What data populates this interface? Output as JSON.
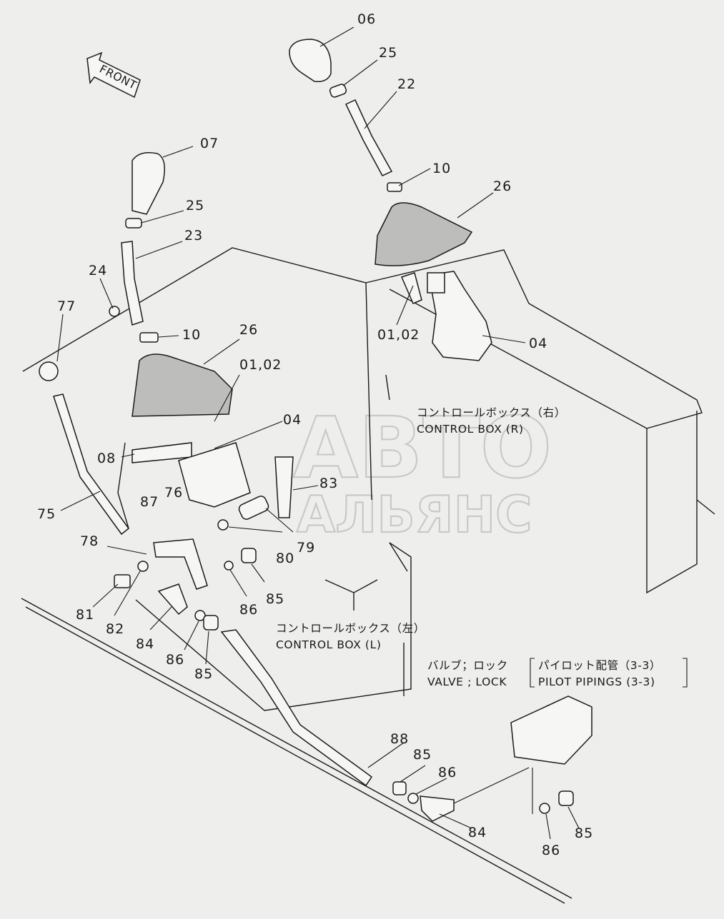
{
  "front_label": "FRONT",
  "watermark": {
    "line1": "АВТО",
    "line2": "АЛЬЯНС"
  },
  "captions": {
    "box_right_jp": "コントロールボックス（右）",
    "box_right_en": "CONTROL BOX (R)",
    "box_left_jp": "コントロールボックス（左）",
    "box_left_en": "CONTROL BOX (L)",
    "valve_jp": "バルブ；ロック",
    "valve_en": "VALVE ; LOCK",
    "pilot_jp": "パイロット配管（3-3）",
    "pilot_en": "PILOT PIPINGS (3-3)"
  },
  "part_numbers": {
    "p06": "06",
    "p25_r": "25",
    "p22": "22",
    "p10_r": "10",
    "p26_r": "26",
    "p0102_r": "01,02",
    "p04_r": "04",
    "p07": "07",
    "p25_l": "25",
    "p23": "23",
    "p24": "24",
    "p10_l": "10",
    "p77": "77",
    "p26_l": "26",
    "p0102_l": "01,02",
    "p04_l": "04",
    "p08": "08",
    "p76": "76",
    "p87": "87",
    "p75": "75",
    "p83": "83",
    "p78": "78",
    "p80": "80",
    "p79": "79",
    "p81": "81",
    "p82": "82",
    "p86_a": "86",
    "p85_a": "85",
    "p84_a": "84",
    "p86_b": "86",
    "p85_b": "85",
    "p88": "88",
    "p85_c": "85",
    "p86_c": "86",
    "p84_b": "84",
    "p85_d": "85",
    "p86_d": "86"
  }
}
